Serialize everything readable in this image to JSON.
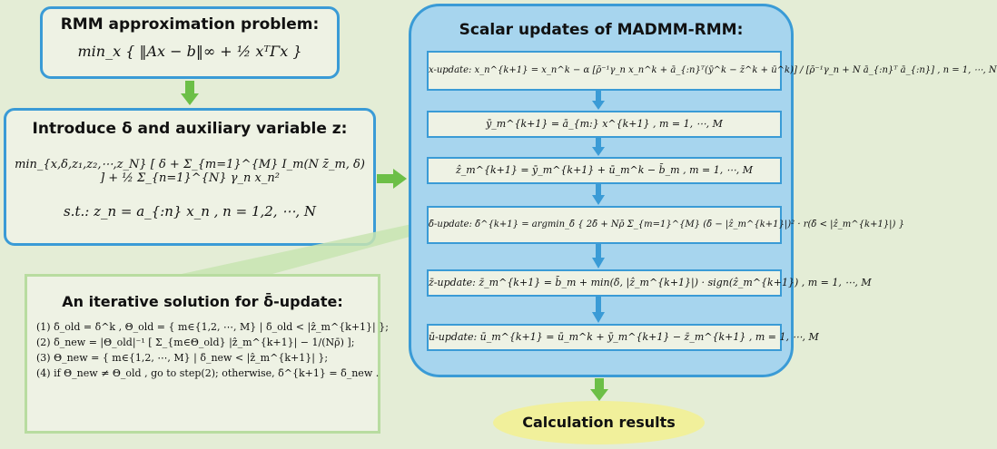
{
  "left_top": {
    "title": "RMM approximation problem:",
    "formula": "min_x { ‖Ax − b‖∞ + ½ xᵀΓx }"
  },
  "left_mid": {
    "title": "Introduce δ and auxiliary variable z:",
    "formula": "min_{x,δ,z₁,z₂,⋯,z_N} [ δ + Σ_{m=1}^{M} I_m(N z̄_m, δ) ] + ½ Σ_{n=1}^{N} γ_n x_n²",
    "constraint": "s.t.: z_n = a_{:n} x_n ,  n = 1,2, ⋯, N"
  },
  "iterative": {
    "title": "An iterative solution for δ̄-update:",
    "steps": [
      "(1) δ̄_old = δ̄^k , Θ_old = { m∈{1,2, ⋯, M} | δ̄_old < |ẑ_m^{k+1}| };",
      "(2) δ̄_new = |Θ_old|⁻¹ [ Σ_{m∈Θ_old} |ẑ_m^{k+1}| − 1/(Nρ̄) ];",
      "(3) Θ_new = { m∈{1,2, ⋯, M} | δ̄_new < |ẑ_m^{k+1}| };",
      "(4) if Θ_new ≠ Θ_old , go to step(2); otherwise, δ̄^{k+1} = δ̄_new ."
    ]
  },
  "right": {
    "title": "Scalar updates of MADMM-RMM:",
    "updates": [
      "x-update: x_n^{k+1} = x_n^k − α [ρ̄⁻¹γ_n x_n^k + ā_{:n}ᵀ(ȳ^k − z̄^k + ū^k)] / [ρ̄⁻¹γ_n + N ā_{:n}ᵀ ā_{:n}] , n = 1, ⋯, N",
      "ȳ_m^{k+1} = ā_{m:} x^{k+1} , m = 1, ⋯, M",
      "ẑ_m^{k+1} = ȳ_m^{k+1} + ū_m^k − b̄_m , m = 1, ⋯, M",
      "δ̄-update: δ̄^{k+1} = argmin_δ̄ { 2δ̄ + Nρ̄ Σ_{m=1}^{M} (δ̄ − |ẑ_m^{k+1}|)² · r(δ̄ < |ẑ_m^{k+1}|) }",
      "z̄-update: z̄_m^{k+1} = b̄_m + min(δ̄, |ẑ_m^{k+1}|) · sign(ẑ_m^{k+1}) , m = 1, ⋯, M",
      "ū-update: ū_m^{k+1} = ū_m^k + ȳ_m^{k+1} − z̄_m^{k+1} , m = 1, ⋯, M"
    ]
  },
  "result": {
    "label": "Calculation results"
  },
  "colors": {
    "background": "#e4edd6",
    "blue_border": "#3a9bd6",
    "right_panel": "#a7d5ee",
    "green_arrow": "#6cbf47",
    "result_fill": "#f1f09b",
    "light_green_border": "#b8dca0"
  }
}
